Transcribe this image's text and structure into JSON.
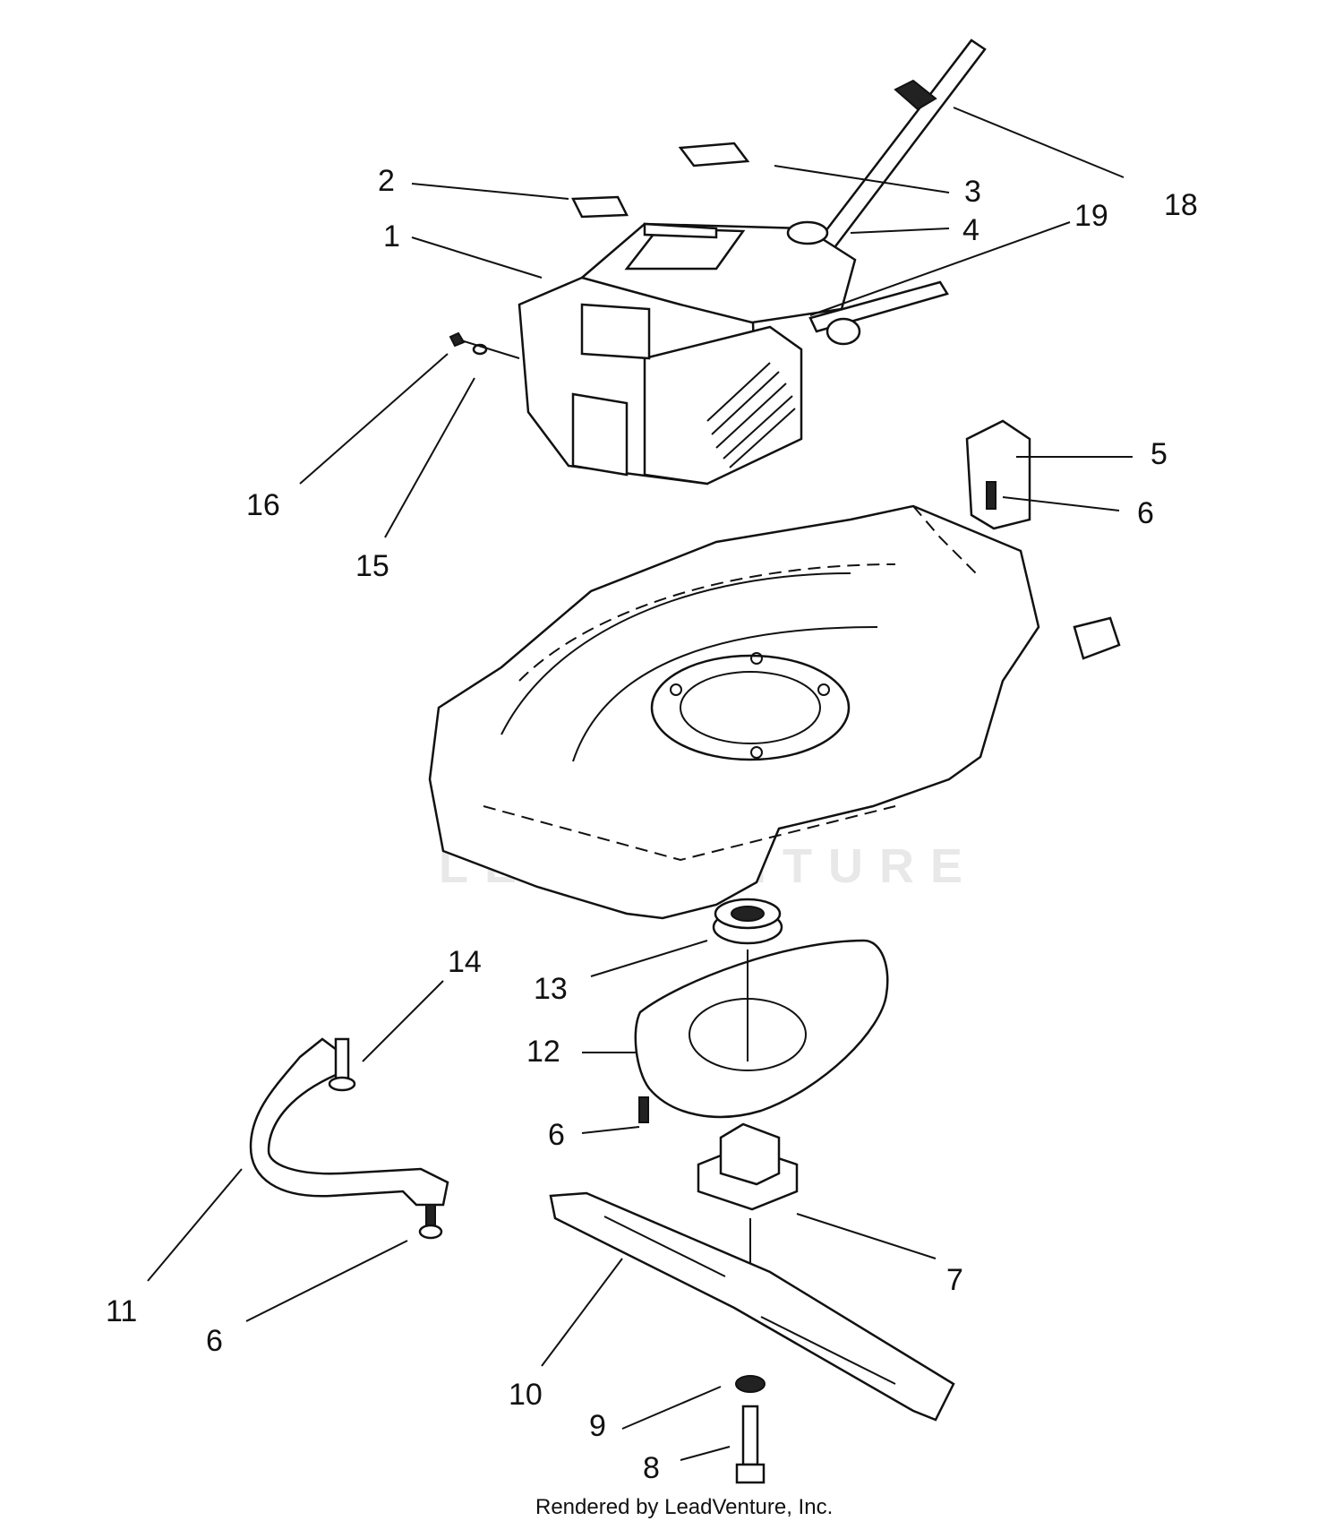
{
  "watermark": "LEADVENTURE",
  "footer": "Rendered by LeadVenture, Inc.",
  "callouts": [
    {
      "id": "1",
      "label": "1"
    },
    {
      "id": "2",
      "label": "2"
    },
    {
      "id": "3",
      "label": "3"
    },
    {
      "id": "4",
      "label": "4"
    },
    {
      "id": "5",
      "label": "5"
    },
    {
      "id": "6a",
      "label": "6"
    },
    {
      "id": "6b",
      "label": "6"
    },
    {
      "id": "6c",
      "label": "6"
    },
    {
      "id": "7",
      "label": "7"
    },
    {
      "id": "8",
      "label": "8"
    },
    {
      "id": "9",
      "label": "9"
    },
    {
      "id": "10",
      "label": "10"
    },
    {
      "id": "11",
      "label": "11"
    },
    {
      "id": "12",
      "label": "12"
    },
    {
      "id": "13",
      "label": "13"
    },
    {
      "id": "14",
      "label": "14"
    },
    {
      "id": "15",
      "label": "15"
    },
    {
      "id": "16",
      "label": "16"
    },
    {
      "id": "18",
      "label": "18"
    },
    {
      "id": "19",
      "label": "19"
    }
  ]
}
